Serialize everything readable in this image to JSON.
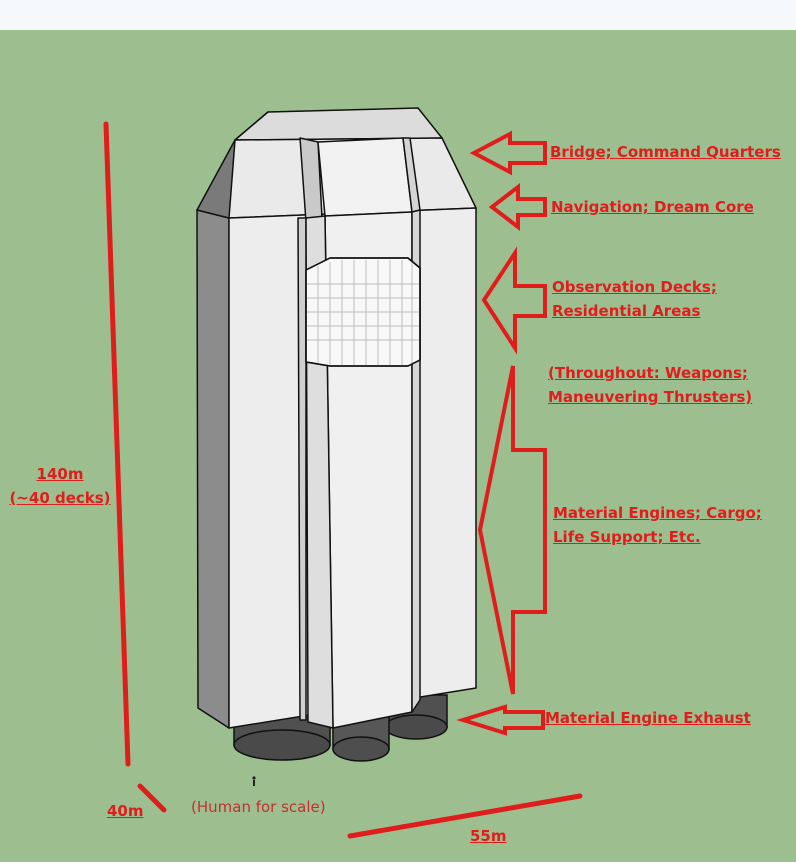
{
  "colors": {
    "sky": "#f5f8fc",
    "ground": "#9dbf90",
    "annotation": "#e01d1d",
    "hull_front": "#eeeeee",
    "hull_shade": "#8a8a8a",
    "hull_light": "#d8d8d8",
    "window": "#f8f8f8",
    "exhaust": "#555555"
  },
  "labels": {
    "bridge": "Bridge; Command Quarters",
    "navigation": "Navigation; Dream Core",
    "observation_1": "Observation Decks;",
    "observation_2": "Residential Areas",
    "throughout_1": "(Throughout: Weapons;",
    "throughout_2": "Maneuvering Thrusters)",
    "engines_1": "Material Engines; Cargo;",
    "engines_2": "Life Support; Etc.",
    "exhaust": "Material Engine Exhaust",
    "height_1": "140m",
    "height_2": "(~40 decks)",
    "depth": "40m",
    "width": "55m",
    "human": "(Human for scale)"
  },
  "icons": [
    "arrow-left-icon",
    "bracket-arrow-icon",
    "human-figure-icon"
  ]
}
